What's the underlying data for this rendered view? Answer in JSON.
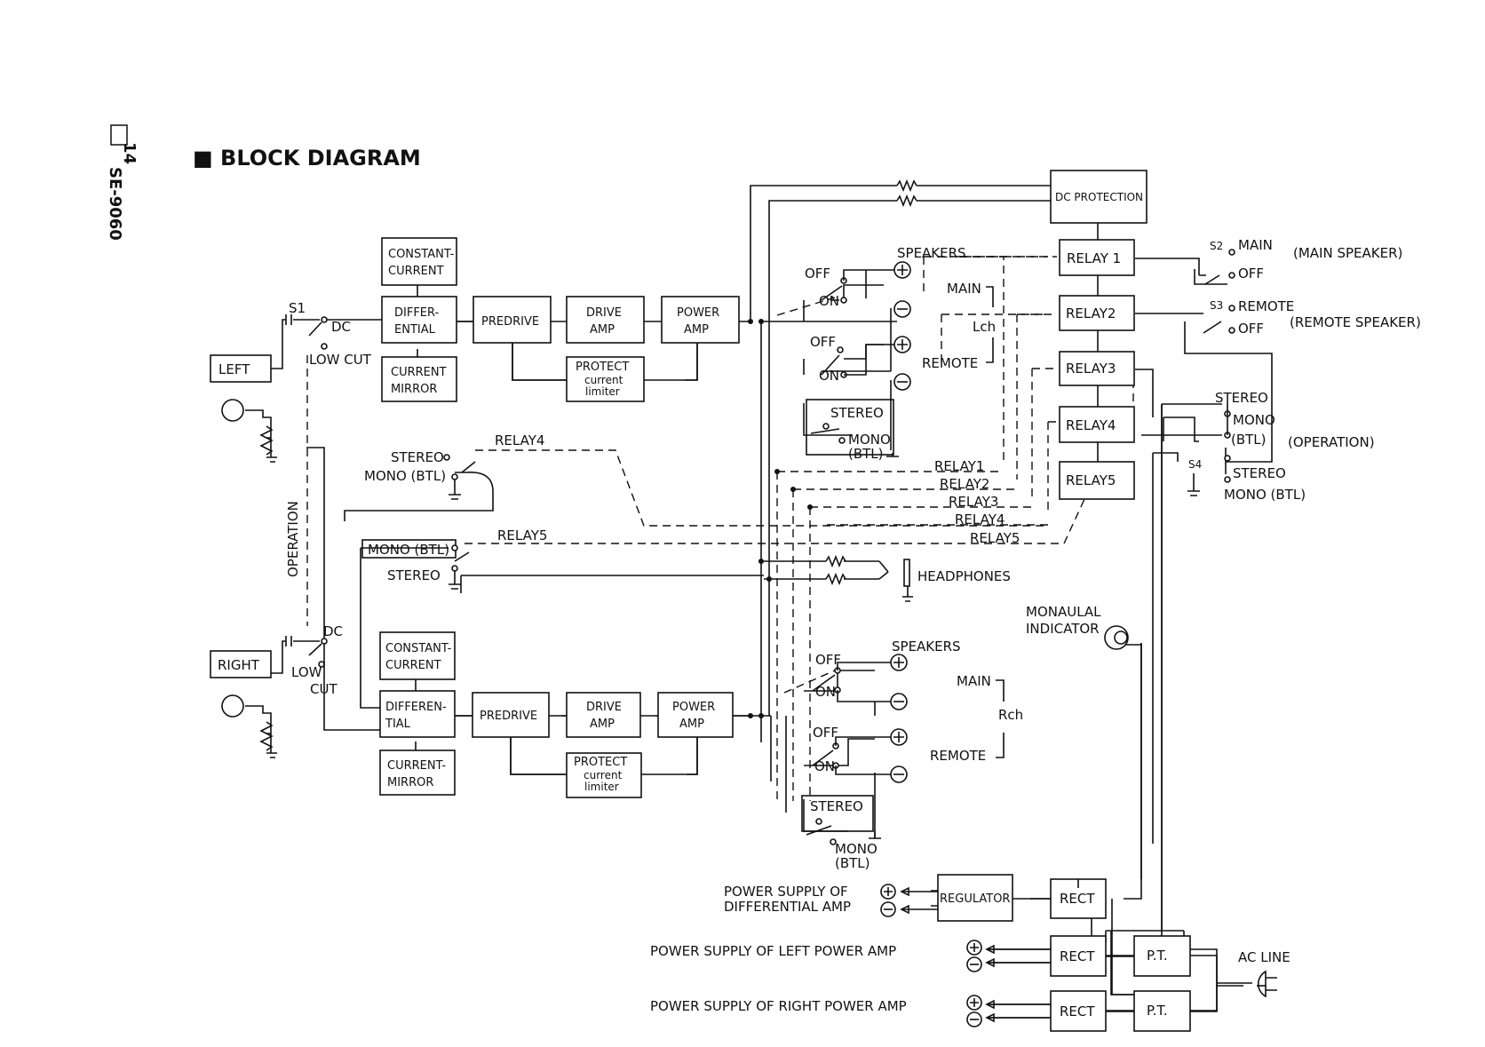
{
  "page_number": "14",
  "model": "SE-9060",
  "title": "■ BLOCK DIAGRAM",
  "inputs": {
    "left": "LEFT",
    "right": "RIGHT"
  },
  "left_channel": {
    "constant_current": [
      "CONSTANT-",
      "CURRENT"
    ],
    "differential": [
      "DIFFER-",
      "ENTIAL"
    ],
    "current_mirror": [
      "CURRENT",
      "MIRROR"
    ],
    "predrive": "PREDRIVE",
    "drive_amp": [
      "DRIVE",
      "AMP"
    ],
    "power_amp": [
      "POWER",
      "AMP"
    ],
    "protect": [
      "PROTECT",
      "current",
      "limiter"
    ]
  },
  "right_channel": {
    "constant_current": [
      "CONSTANT-",
      "CURRENT"
    ],
    "differential": [
      "DIFFEREN-",
      "TIAL"
    ],
    "current_mirror": [
      "CURRENT-",
      "MIRROR"
    ],
    "predrive": "PREDRIVE",
    "drive_amp": [
      "DRIVE",
      "AMP"
    ],
    "power_amp": [
      "POWER",
      "AMP"
    ],
    "protect": [
      "PROTECT",
      "current",
      "limiter"
    ]
  },
  "switch_labels": {
    "s1": "S1",
    "dc": "DC",
    "low_cut": "LOW CUT",
    "low": "LOW",
    "cut": "CUT",
    "operation": "OPERATION",
    "stereo": "STEREO",
    "mono_btl": "MONO (BTL)",
    "mono": "MONO",
    "btl": "(BTL)",
    "off": "OFF",
    "on": "ON"
  },
  "relays": {
    "dc_protection": "DC PROTECTION",
    "relay1": "RELAY 1",
    "relay2": "RELAY2",
    "relay3": "RELAY3",
    "relay4": "RELAY4",
    "relay5": "RELAY5",
    "bus_labels": [
      "RELAY1",
      "RELAY2",
      "RELAY3",
      "RELAY4",
      "RELAY5"
    ]
  },
  "outputs": {
    "speakers": "SPEAKERS",
    "main": "MAIN",
    "remote": "REMOTE",
    "lch": "Lch",
    "rch": "Rch",
    "headphones": "HEADPHONES"
  },
  "right_switches": {
    "s2": "S2",
    "s3": "S3",
    "s4": "S4",
    "main": "MAIN",
    "off": "OFF",
    "remote": "REMOTE",
    "main_speaker": "(MAIN SPEAKER)",
    "remote_speaker": "(REMOTE SPEAKER)",
    "stereo": "STEREO",
    "mono": "MONO",
    "btl": "(BTL)",
    "operation": "(OPERATION)",
    "mono_btl": "MONO (BTL)"
  },
  "indicator": [
    "MONAULAL",
    "INDICATOR"
  ],
  "power": {
    "regulator": "REGULATOR",
    "rect": "RECT",
    "pt": "P.T.",
    "ac_line": "AC LINE",
    "supply_diff": [
      "POWER SUPPLY OF",
      "DIFFERENTIAL AMP"
    ],
    "supply_left": "POWER SUPPLY OF LEFT POWER AMP",
    "supply_right": "POWER SUPPLY OF RIGHT POWER AMP"
  }
}
